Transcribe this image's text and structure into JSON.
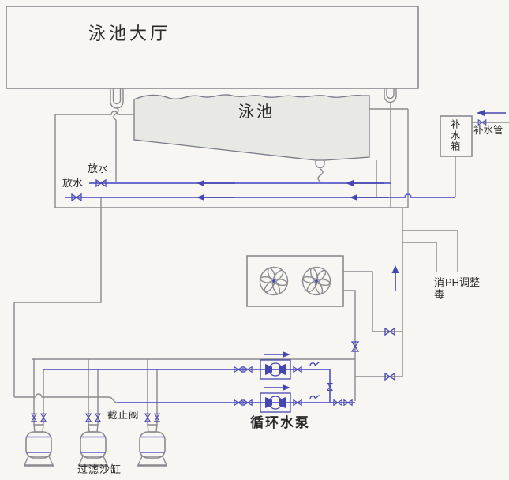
{
  "diagram": {
    "labels": {
      "pool_hall": "泳池大厅",
      "pool": "泳池",
      "makeup_tank": "补水箱",
      "makeup_pipe": "补水管",
      "drain_1": "放水",
      "drain_2": "放水",
      "disinfect": "消毒",
      "ph_adjust": "PH调整",
      "circulation_pump": "循环水泵",
      "stop_valve": "截止阀",
      "sand_filter": "过滤沙缸"
    }
  },
  "icons": {
    "fan": "fan-icon",
    "valve": "valve-icon",
    "check_valve": "check-valve-icon",
    "pump": "pump-icon",
    "filter_tank": "filter-tank-icon",
    "overflow_gutter": "gutter-icon",
    "drain_spring": "spring-icon",
    "flow_arrows": [
      "flow-arrow-left-icon",
      "flow-arrow-right-icon",
      "flow-arrow-up-icon"
    ]
  },
  "colors": {
    "background": "#f7f6f3",
    "pipe": "#8a8a90",
    "water_line": "#5b5bc8",
    "valve": "#4646b0",
    "pool_fill": "#e8e8e5",
    "ink": "#2a2a2a"
  }
}
